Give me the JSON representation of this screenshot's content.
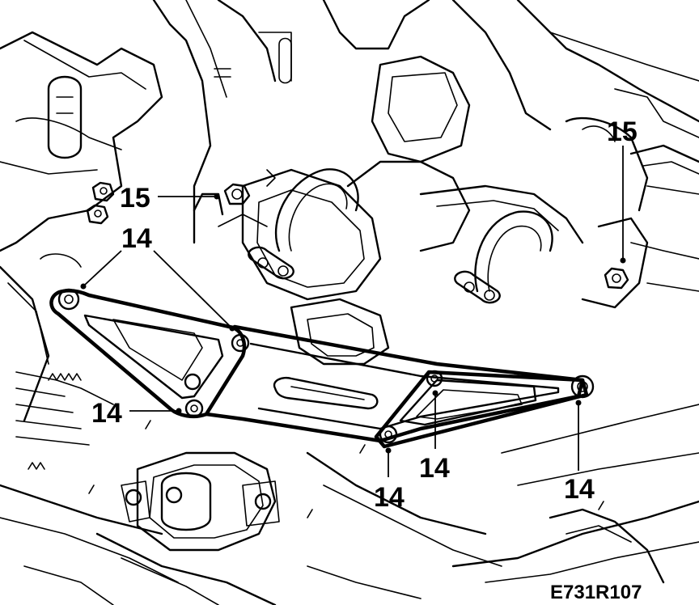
{
  "figure": {
    "figure_id": "E731R107",
    "callouts": [
      {
        "id": "c15-left",
        "label": "15"
      },
      {
        "id": "c15-right",
        "label": "15"
      },
      {
        "id": "c14-top-left",
        "label": "14"
      },
      {
        "id": "c14-mid-left",
        "label": "14"
      },
      {
        "id": "c14-bottom-center",
        "label": "14"
      },
      {
        "id": "c14-bottom-right-a",
        "label": "14"
      },
      {
        "id": "c14-bottom-right-b",
        "label": "14"
      }
    ],
    "colors": {
      "line": "#000000",
      "background": "#ffffff"
    }
  }
}
